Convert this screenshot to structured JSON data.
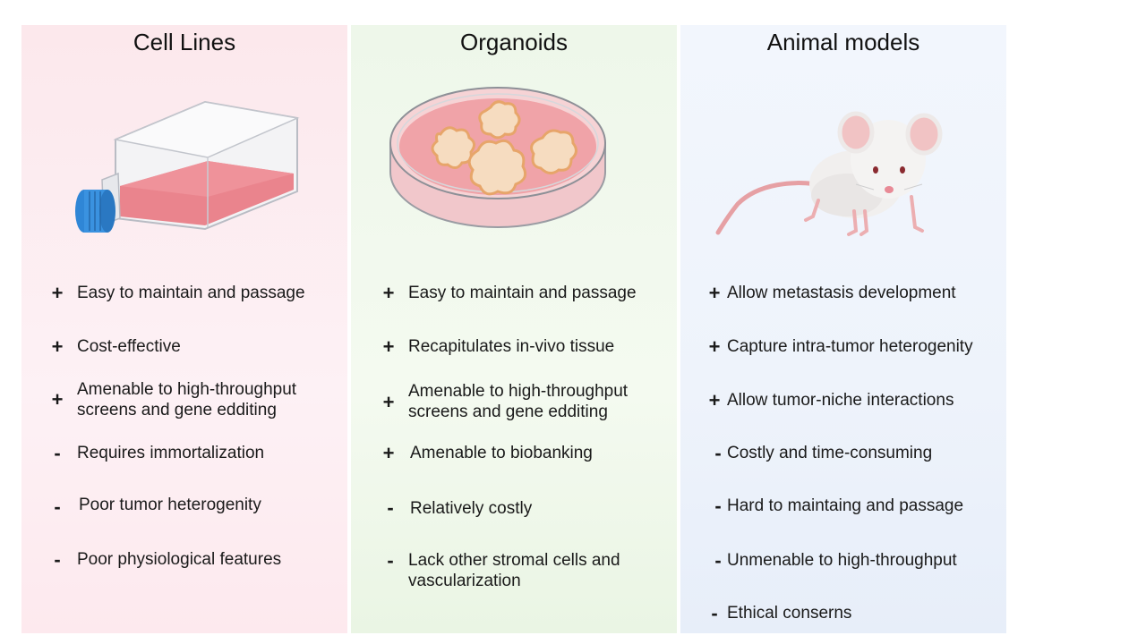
{
  "columns": [
    {
      "title": "Cell Lines",
      "illustration": "cell-culture-flask",
      "items": [
        {
          "sign": "+",
          "text": "Easy to maintain and passage"
        },
        {
          "sign": "+",
          "text": "Cost-effective"
        },
        {
          "sign": "+",
          "text": "Amenable to high-throughput\nscreens and gene edditing"
        },
        {
          "sign": "-",
          "text": "Requires immortalization"
        },
        {
          "sign": "-",
          "text": "Poor tumor heterogenity"
        },
        {
          "sign": "-",
          "text": "Poor physiological features"
        }
      ]
    },
    {
      "title": "Organoids",
      "illustration": "petri-dish-organoids",
      "items": [
        {
          "sign": "+",
          "text": "Easy to maintain and passage"
        },
        {
          "sign": "+",
          "text": "Recapitulates in-vivo tissue"
        },
        {
          "sign": "+",
          "text": "Amenable to high-throughput\nscreens and gene edditing"
        },
        {
          "sign": "+",
          "text": "Amenable to biobanking"
        },
        {
          "sign": "-",
          "text": "Relatively costly"
        },
        {
          "sign": "-",
          "text": "Lack other stromal cells and\nvascularization"
        }
      ]
    },
    {
      "title": "Animal models",
      "illustration": "mouse",
      "items": [
        {
          "sign": "+",
          "text": "Allow metastasis development"
        },
        {
          "sign": "+",
          "text": "Capture intra-tumor heterogenity"
        },
        {
          "sign": "+",
          "text": "Allow tumor-niche interactions"
        },
        {
          "sign": "-",
          "text": "Costly and time-consuming"
        },
        {
          "sign": "-",
          "text": "Hard to maintaing and passage"
        },
        {
          "sign": "-",
          "text": "Unmenable to high-throughput"
        },
        {
          "sign": "-",
          "text": "Ethical conserns"
        }
      ]
    }
  ],
  "colors": {
    "cell_lines_bg": "#fce8ec",
    "organoids_bg": "#eef7ea",
    "animal_models_bg": "#eef3fb",
    "culture_medium": "#e8707a",
    "flask_cap": "#2f86d6",
    "organoid": "#f6dcc0"
  }
}
